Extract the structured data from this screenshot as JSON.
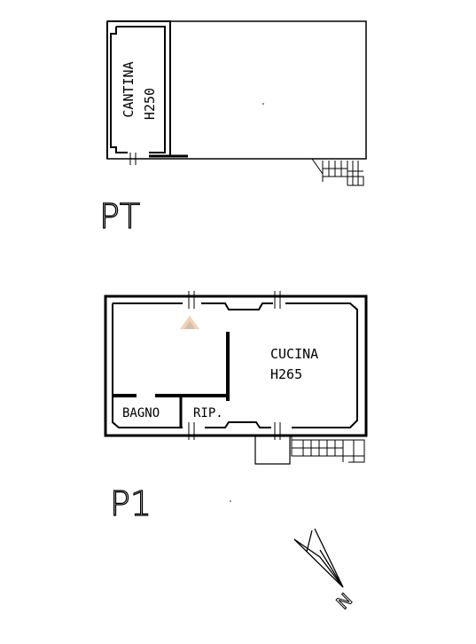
{
  "ground_floor": {
    "label": "PT",
    "room": {
      "name": "CANTINA",
      "height": "H250"
    }
  },
  "first_floor": {
    "label": "P1",
    "rooms": {
      "kitchen": {
        "name": "CUCINA",
        "height": "H265"
      },
      "bathroom": {
        "name": "BAGNO"
      },
      "storage": {
        "name": "RIP."
      }
    }
  },
  "north_arrow": {
    "letter": "N"
  }
}
